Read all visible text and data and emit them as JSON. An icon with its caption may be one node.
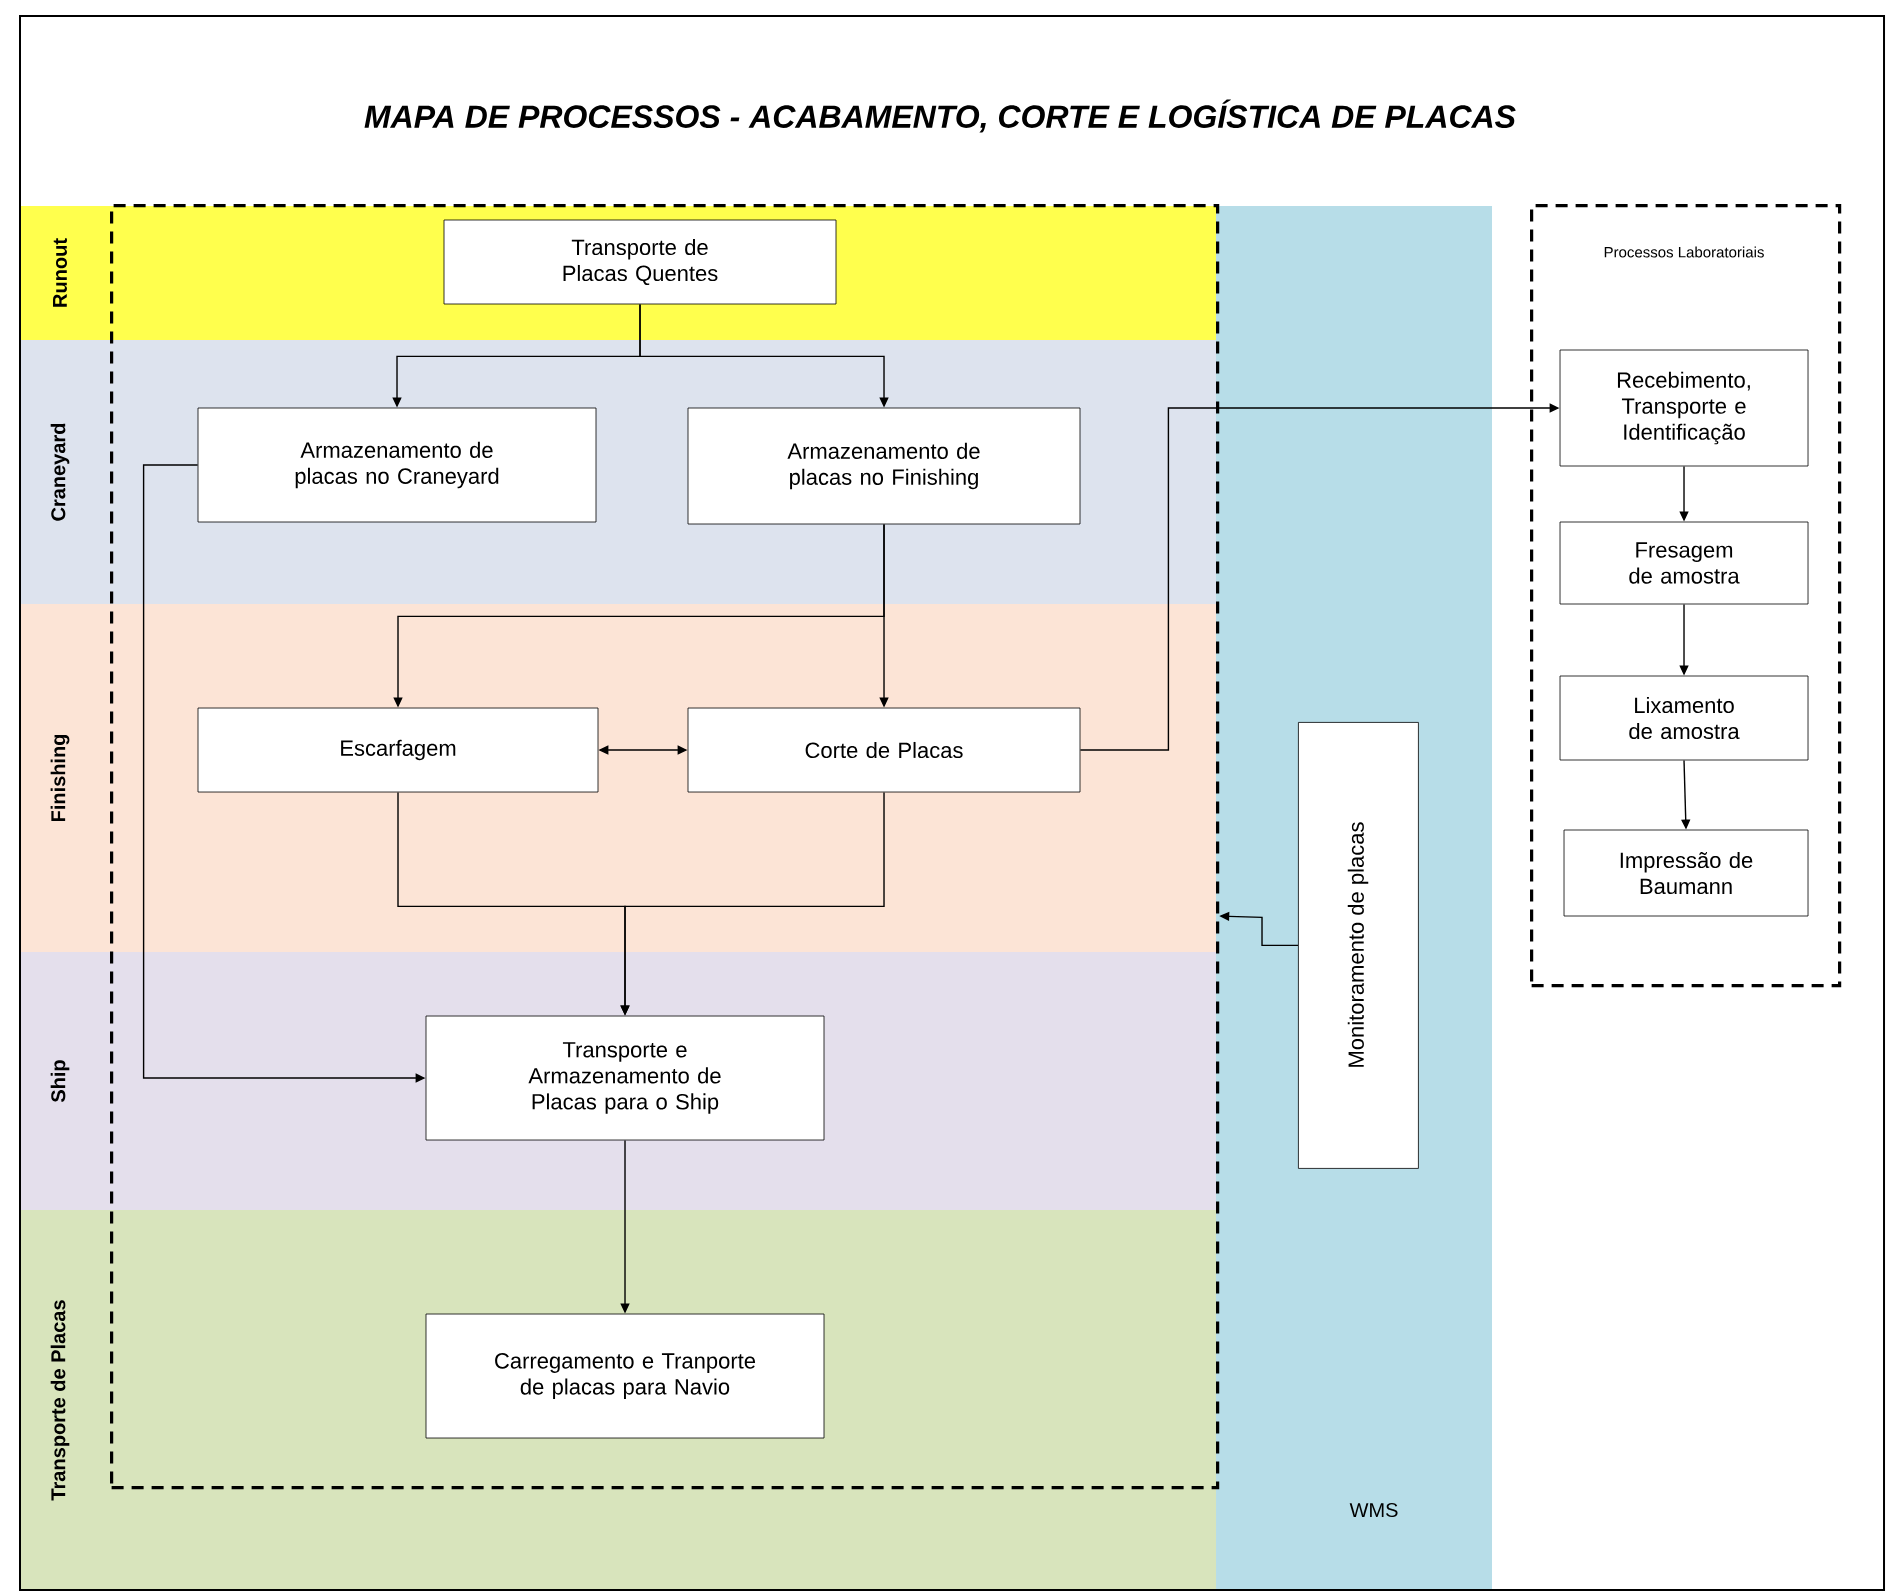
{
  "diagram": {
    "title": "MAPA DE PROCESSOS - ACABAMENTO, CORTE E LOGÍSTICA DE PLACAS",
    "nodes": [
      {
        "text": [],
        "shape": "box"
      },
      {
        "text": [
          "Transporte de Placas Quentes"
        ],
        "in": 0
      },
      {
        "text": [
          "Armazenamento de placas no Craneyard"
        ],
        "in": 0
      },
      {
        "text": [
          "Armazenamento de placas no Finishing"
        ],
        "in": 0
      },
      {
        "text": [
          "Escarfagem"
        ],
        "in": 0
      },
      {
        "text": [
          "Corte de Placas"
        ],
        "in": 0
      },
      {
        "text": [
          "Transporte e Armazenamento de Placas para o Ship"
        ],
        "in": 0
      },
      {
        "text": [
          "Carregamento e Tranporte de placas para Navio"
        ],
        "in": 0
      },
      {
        "text": [
          "Monitoramento de placas"
        ]
      },
      {
        "text": [
          "Processos Laboratoriais"
        ]
      },
      {
        "text": [
          "Recebimento, Transporte e Identificação"
        ],
        "in": 9
      },
      {
        "text": [
          "Fresagem de amostra"
        ],
        "in": 9
      },
      {
        "text": [
          "Lixamento de amostra"
        ],
        "in": 9
      },
      {
        "text": [
          "Impressão de Baumann"
        ],
        "in": 9
      }
    ],
    "edges": [
      {
        "from": 1,
        "to": 2,
        "arrow": "to"
      },
      {
        "from": 1,
        "to": 3,
        "arrow": "to"
      },
      {
        "from": 3,
        "to": 5,
        "arrow": "to"
      },
      {
        "from": 3,
        "to": 4,
        "arrow": "to"
      },
      {
        "from": 4,
        "to": 5,
        "arrow": "both"
      },
      {
        "from": 4,
        "to": 6,
        "arrow": "to"
      },
      {
        "from": 5,
        "to": 6,
        "arrow": "to"
      },
      {
        "from": 2,
        "to": 6,
        "arrow": "to"
      },
      {
        "from": 6,
        "to": 7,
        "arrow": "to"
      },
      {
        "from": 5,
        "to": 10,
        "arrow": "to"
      },
      {
        "from": 10,
        "to": 11,
        "arrow": "to"
      },
      {
        "from": 11,
        "to": 12,
        "arrow": "to"
      },
      {
        "from": 12,
        "to": 13,
        "arrow": "to"
      },
      {
        "from": 8,
        "to": 0,
        "arrow": "to"
      }
    ],
    "labels": [
      "Runout",
      "Craneyard",
      "Finishing",
      "Ship",
      "Transporte de Placas",
      "WMS"
    ]
  }
}
